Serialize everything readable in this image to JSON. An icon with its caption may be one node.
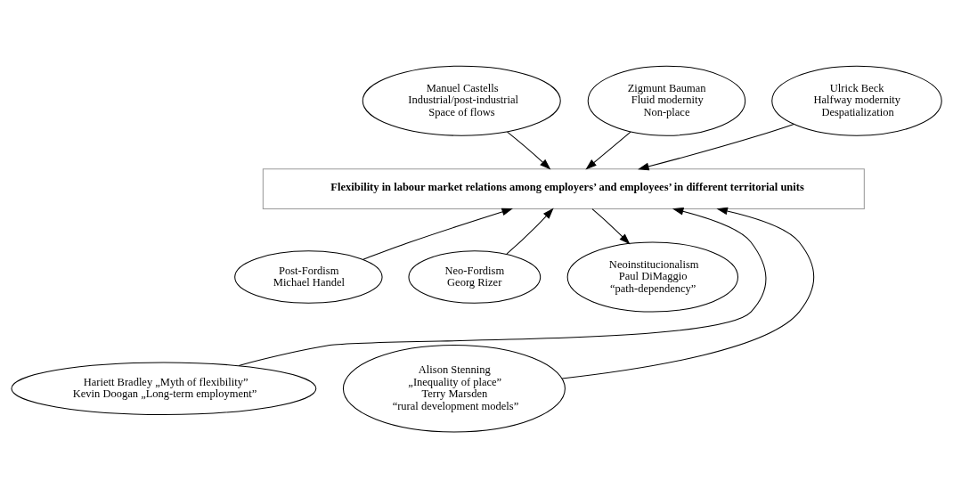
{
  "diagram": {
    "nodes": [
      {
        "text": [
          "Manuel Castells",
          "Industrial/post-industrial",
          "Space of flows"
        ]
      },
      {
        "text": [
          "Zigmunt Bauman",
          "Fluid modernity",
          "Non-place"
        ]
      },
      {
        "text": [
          "Ulrick Beck",
          "Halfway modernity",
          "Despatialization"
        ]
      },
      {
        "text": [
          "Flexibility in labour market relations among employers’ and employees’ in different territorial units"
        ]
      },
      {
        "text": [
          "Post-Fordism",
          "Michael Handel"
        ]
      },
      {
        "text": [
          "Neo-Fordism",
          "Georg Rizer"
        ]
      },
      {
        "text": [
          "Neoinstitucionalism",
          "Paul DiMaggio",
          "“path-dependency”"
        ]
      },
      {
        "text": [
          "Hariett Bradley „Myth of flexibility”",
          "Kevin Doogan „Long-term employment”"
        ]
      },
      {
        "text": [
          "Alison Stenning",
          "„Inequality of place”",
          "Terry Marsden",
          "“rural development models”"
        ]
      }
    ],
    "edges": [
      {
        "from": 0,
        "to": 3,
        "arrow": "to"
      },
      {
        "from": 1,
        "to": 3,
        "arrow": "to"
      },
      {
        "from": 2,
        "to": 3,
        "arrow": "to"
      },
      {
        "from": 4,
        "to": 3,
        "arrow": "to"
      },
      {
        "from": 7,
        "to": 3,
        "arrow": "to"
      },
      {
        "from": 5,
        "to": 3,
        "arrow": "to"
      },
      {
        "from": 8,
        "to": 3,
        "arrow": "to"
      },
      {
        "from": 3,
        "to": 6,
        "arrow": "to"
      }
    ]
  }
}
